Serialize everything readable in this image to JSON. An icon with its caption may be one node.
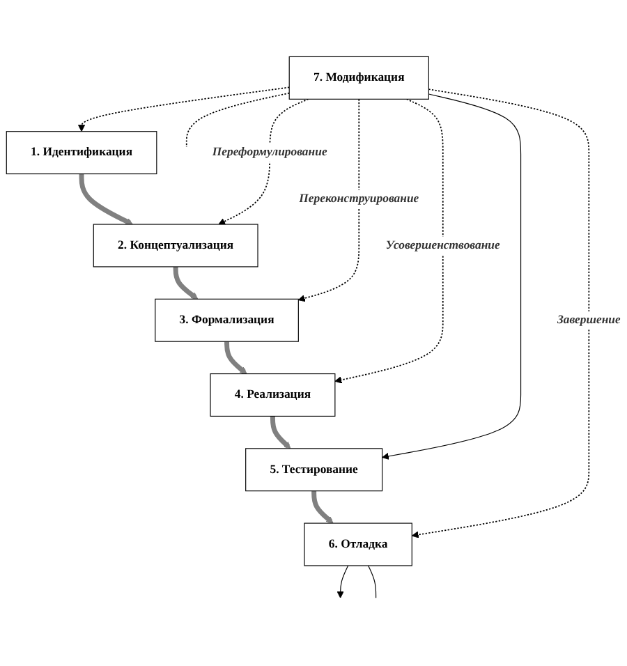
{
  "diagram": {
    "nodes": [
      {
        "text": [
          "1. Идентификация"
        ]
      },
      {
        "text": [
          "2. Концептуализация"
        ]
      },
      {
        "text": [
          "3. Формализация"
        ]
      },
      {
        "text": [
          "4. Реализация"
        ]
      },
      {
        "text": [
          "5. Тестирование"
        ]
      },
      {
        "text": [
          "6. Отладка"
        ]
      },
      {
        "text": [
          "7. Модификация"
        ]
      }
    ],
    "edges": [
      {
        "from": 0,
        "to": 1,
        "arrow": "to",
        "style": "thick",
        "color": "#808080"
      },
      {
        "from": 1,
        "to": 2,
        "arrow": "to",
        "style": "thick",
        "color": "#808080"
      },
      {
        "from": 2,
        "to": 3,
        "arrow": "to",
        "style": "thick",
        "color": "#808080"
      },
      {
        "from": 3,
        "to": 4,
        "arrow": "to",
        "style": "thick",
        "color": "#808080"
      },
      {
        "from": 4,
        "to": 5,
        "arrow": "to",
        "style": "thick",
        "color": "#808080"
      },
      {
        "from": 6,
        "to": 0,
        "arrow": "to",
        "style": "dashed"
      },
      {
        "from": 6,
        "to": 1,
        "arrow": "to",
        "style": "dashed",
        "label": "Переформулирование"
      },
      {
        "from": 6,
        "to": 2,
        "arrow": "to",
        "style": "dashed",
        "label": "Переконструирование"
      },
      {
        "from": 6,
        "to": 3,
        "arrow": "to",
        "style": "dashed",
        "label": "Усовершенствование"
      },
      {
        "from": 6,
        "to": 4,
        "arrow": "to"
      },
      {
        "from": 6,
        "to": 5,
        "arrow": "to",
        "style": "dashed",
        "label": "Завершение"
      },
      {
        "from": 5,
        "to": null,
        "arrow": "to"
      },
      {
        "from": 5,
        "to": null,
        "arrow": "none"
      },
      {
        "from": 6,
        "to": null,
        "arrow": "none",
        "style": "dashed"
      }
    ]
  }
}
